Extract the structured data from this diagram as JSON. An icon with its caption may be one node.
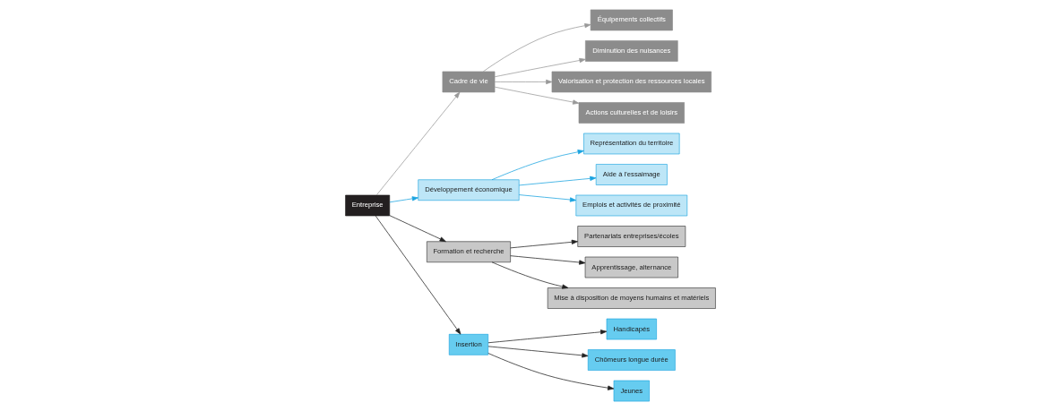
{
  "diagram": {
    "nodes": [
      {
        "text": [
          "Entreprise"
        ]
      },
      {
        "text": [
          "Cadre de vie"
        ]
      },
      {
        "text": [
          "Équipements collectifs"
        ]
      },
      {
        "text": [
          "Diminution des nuisances"
        ]
      },
      {
        "text": [
          "Valorisation et protection des ressources locales"
        ]
      },
      {
        "text": [
          "Actions culturelles et de loisirs"
        ]
      },
      {
        "text": [
          "Développement économique"
        ]
      },
      {
        "text": [
          "Représentation du territoire"
        ]
      },
      {
        "text": [
          "Aide à l'essaimage"
        ]
      },
      {
        "text": [
          "Emplois et activités de proximité"
        ]
      },
      {
        "text": [
          "Formation et recherche"
        ]
      },
      {
        "text": [
          "Partenariats entreprises/écoles"
        ]
      },
      {
        "text": [
          "Apprentissage, alternance"
        ]
      },
      {
        "text": [
          "Mise à disposition de moyens humains et matériels"
        ]
      },
      {
        "text": [
          "Insertion"
        ]
      },
      {
        "text": [
          "Handicapés"
        ]
      },
      {
        "text": [
          "Chômeurs longue durée"
        ]
      },
      {
        "text": [
          "Jeunes"
        ]
      }
    ],
    "edges": [
      {
        "from": 0,
        "to": 1,
        "arrow": "to",
        "color": "#999999"
      },
      {
        "from": 1,
        "to": 2,
        "arrow": "to",
        "color": "#999999"
      },
      {
        "from": 1,
        "to": 3,
        "arrow": "to",
        "color": "#999999"
      },
      {
        "from": 1,
        "to": 4,
        "arrow": "to",
        "color": "#999999"
      },
      {
        "from": 1,
        "to": 5,
        "arrow": "to",
        "color": "#999999"
      },
      {
        "from": 0,
        "to": 6,
        "arrow": "to",
        "color": "#1aa3e0"
      },
      {
        "from": 6,
        "to": 7,
        "arrow": "to",
        "color": "#1aa3e0"
      },
      {
        "from": 6,
        "to": 8,
        "arrow": "to",
        "color": "#1aa3e0"
      },
      {
        "from": 6,
        "to": 9,
        "arrow": "to",
        "color": "#1aa3e0"
      },
      {
        "from": 0,
        "to": 10,
        "arrow": "to"
      },
      {
        "from": 10,
        "to": 11,
        "arrow": "to"
      },
      {
        "from": 10,
        "to": 12,
        "arrow": "to"
      },
      {
        "from": 10,
        "to": 13,
        "arrow": "to"
      },
      {
        "from": 0,
        "to": 14,
        "arrow": "to"
      },
      {
        "from": 14,
        "to": 15,
        "arrow": "to"
      },
      {
        "from": 14,
        "to": 16,
        "arrow": "to"
      },
      {
        "from": 14,
        "to": 17,
        "arrow": "to"
      }
    ]
  }
}
